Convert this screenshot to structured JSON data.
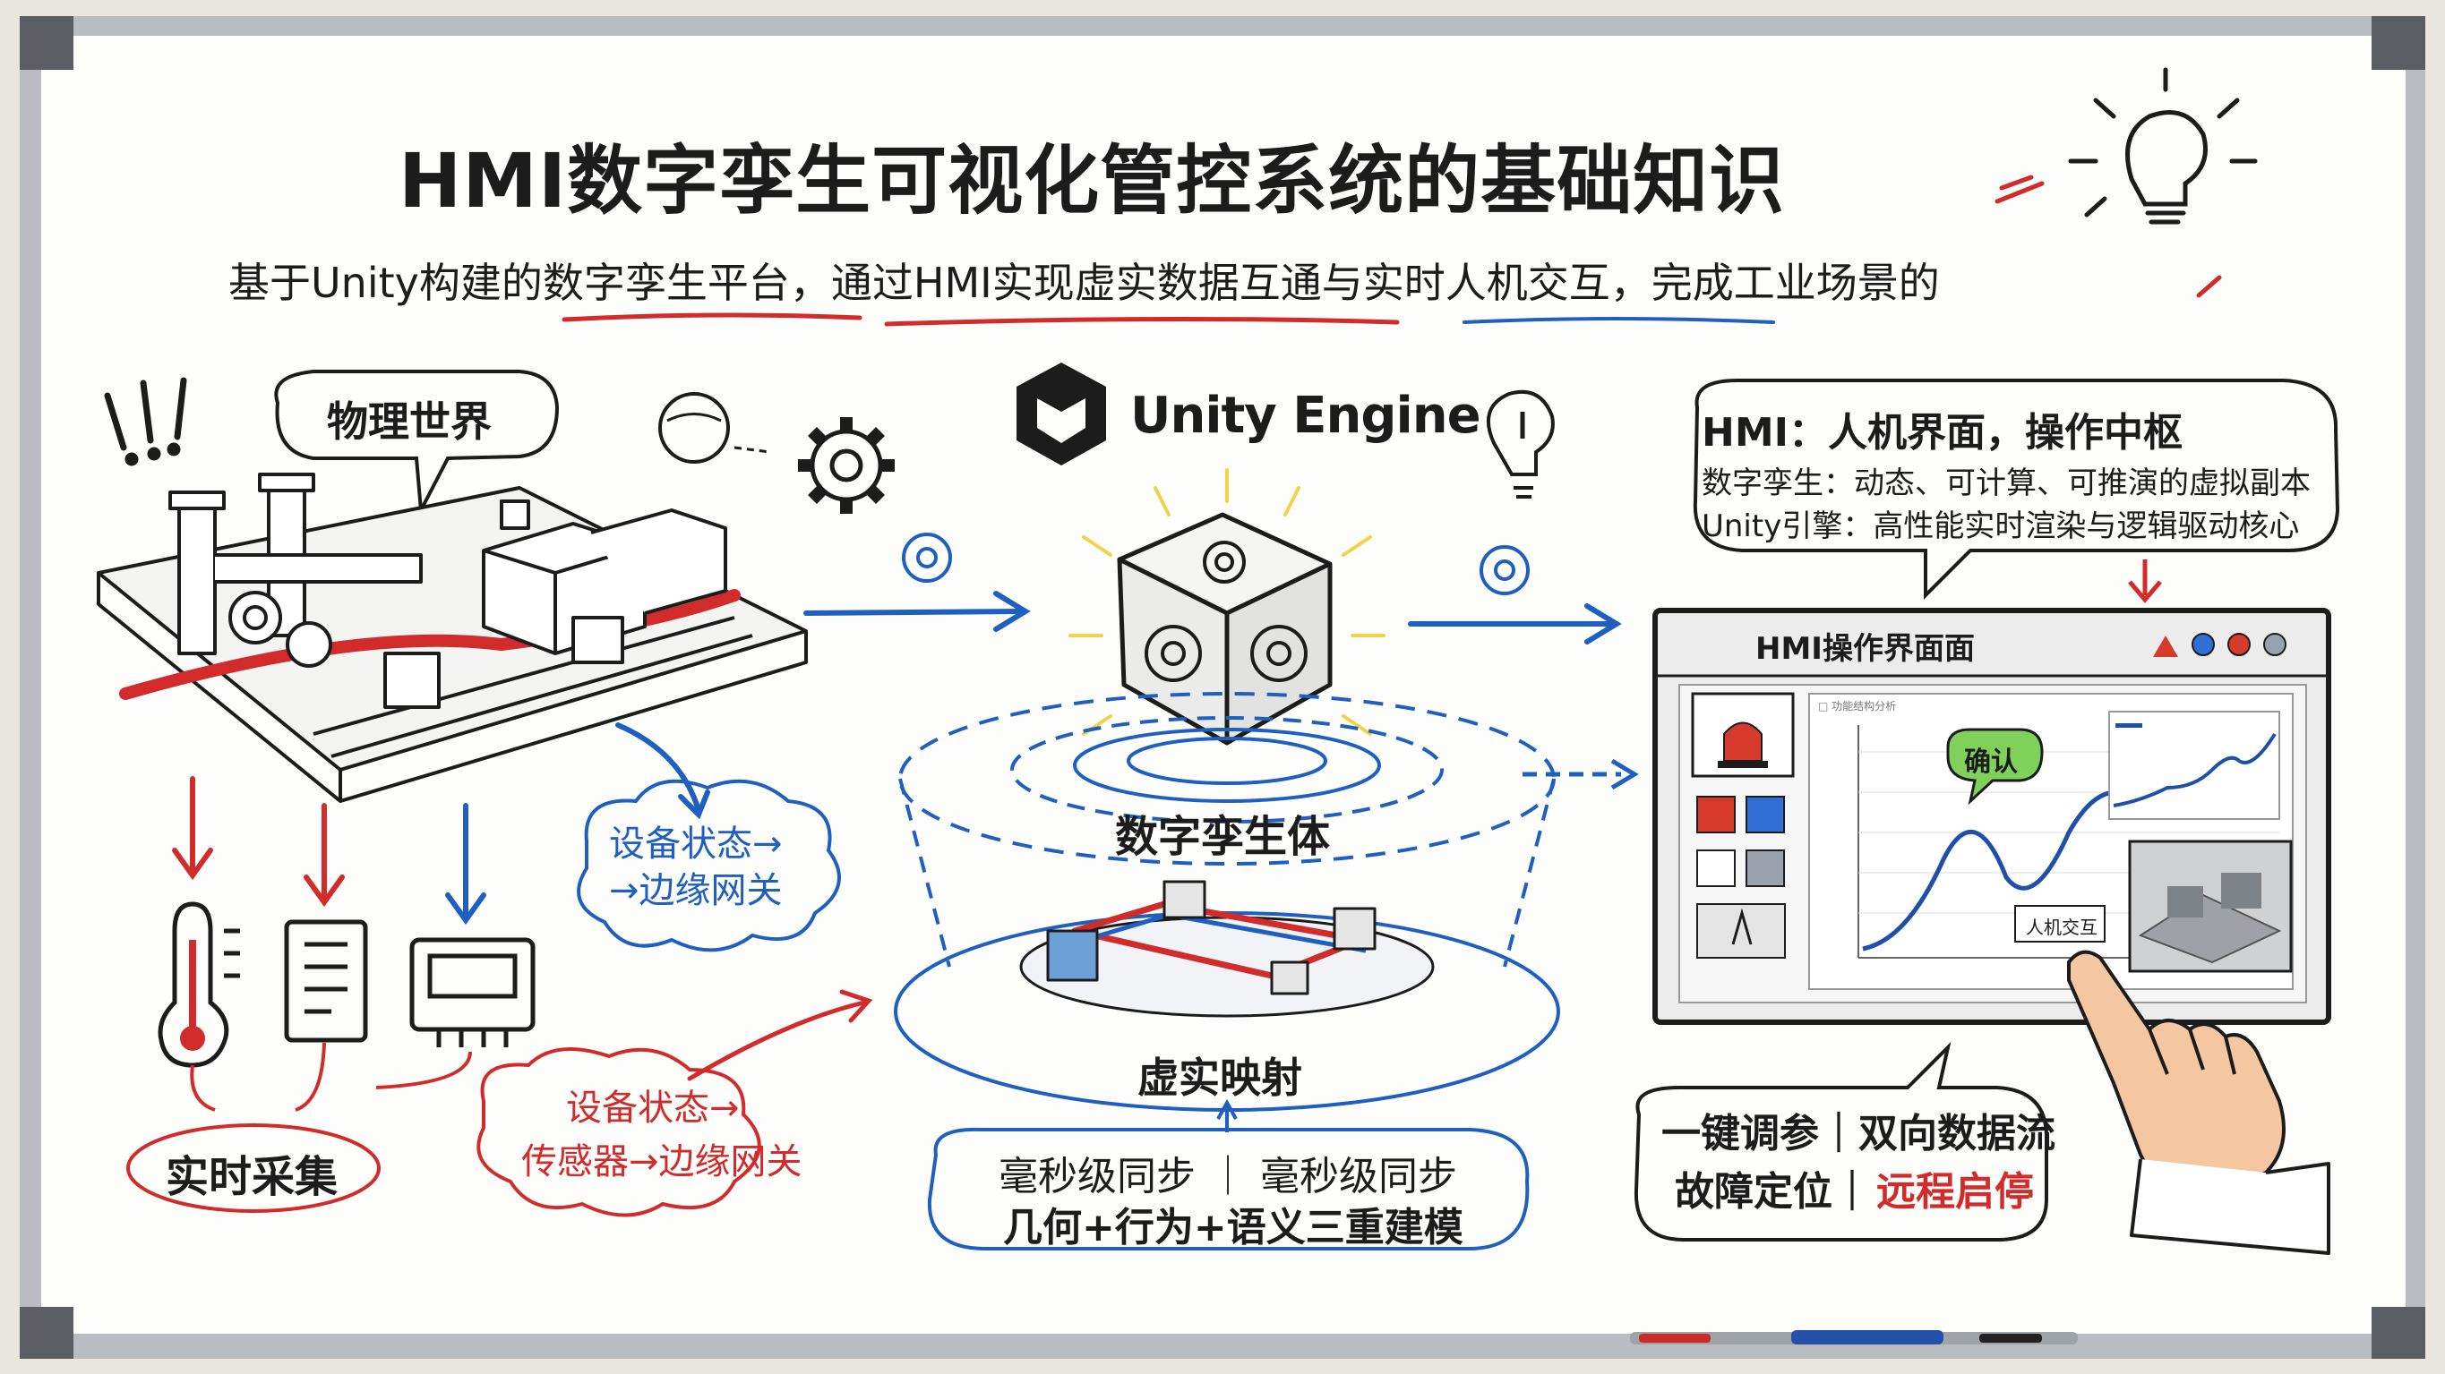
{
  "title": "HMI数字孪生可视化管控系统的基础知识",
  "subtitle": "基于Unity构建的数字孪生平台，通过HMI实现虚实数据互通与实时人机交互，完成工业场景的",
  "physical": {
    "label": "物理世界",
    "exclaim": "!!!",
    "cloud_blue": [
      "设备状态→",
      "→边缘网关"
    ],
    "collect_label": "实时采集",
    "cloud_red": [
      "设备状态→",
      "传感器→边缘网关"
    ]
  },
  "engine": {
    "logo_text": "Unity Engine",
    "twin_label": "数字孪生体",
    "mapping_label": "虚实映射",
    "sync_box": [
      "毫秒级同步 ｜ 毫秒级同步",
      "几何+行为+语义三重建模"
    ]
  },
  "info_bubble": {
    "line1": "HMI：人机界面，操作中枢",
    "line2": "数字孪生：动态、可计算、可推演的虚拟副本",
    "line3": "Unity引擎：高性能实时渲染与逻辑驱动核心"
  },
  "hmi_window": {
    "title": "HMI操作界面面",
    "chart_title": "□ 功能结构分析",
    "confirm_bubble": "确认",
    "hci_tag": "人机交互",
    "status_colors": [
      "#d63a2a",
      "#2f6fd6",
      "#d63a2a",
      "#9aa3ad"
    ]
  },
  "actions": {
    "line1": "一键调参｜双向数据流",
    "line2_left": "故障定位｜",
    "line2_right": "远程启停"
  },
  "colors": {
    "blue": "#1f5fc0",
    "red": "#d22b2b",
    "ink": "#1c1c1c"
  }
}
